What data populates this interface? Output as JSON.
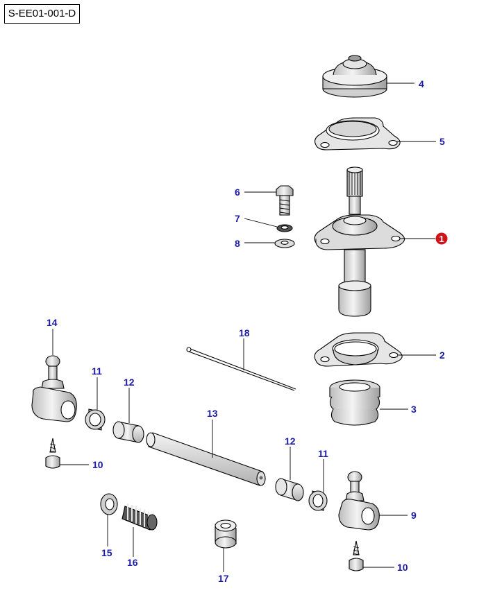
{
  "diagram": {
    "code": "S-EE01-001-D",
    "colors": {
      "label": "#1a1aa6",
      "highlight_badge": "#d0121b",
      "part_fill": "#f2f2f2",
      "part_shade": "#c8c8c8",
      "outline": "#000000"
    },
    "callouts": [
      {
        "id": "c1",
        "text": "1",
        "highlight": true
      },
      {
        "id": "c2",
        "text": "2"
      },
      {
        "id": "c3",
        "text": "3"
      },
      {
        "id": "c4",
        "text": "4"
      },
      {
        "id": "c5",
        "text": "5"
      },
      {
        "id": "c6",
        "text": "6"
      },
      {
        "id": "c7",
        "text": "7"
      },
      {
        "id": "c8",
        "text": "8"
      },
      {
        "id": "c9",
        "text": "9"
      },
      {
        "id": "c10a",
        "text": "10"
      },
      {
        "id": "c10b",
        "text": "10"
      },
      {
        "id": "c11a",
        "text": "11"
      },
      {
        "id": "c11b",
        "text": "11"
      },
      {
        "id": "c12a",
        "text": "12"
      },
      {
        "id": "c12b",
        "text": "12"
      },
      {
        "id": "c13",
        "text": "13"
      },
      {
        "id": "c14",
        "text": "14"
      },
      {
        "id": "c15",
        "text": "15"
      },
      {
        "id": "c16",
        "text": "16"
      },
      {
        "id": "c17",
        "text": "17"
      },
      {
        "id": "c18",
        "text": "18"
      }
    ]
  }
}
